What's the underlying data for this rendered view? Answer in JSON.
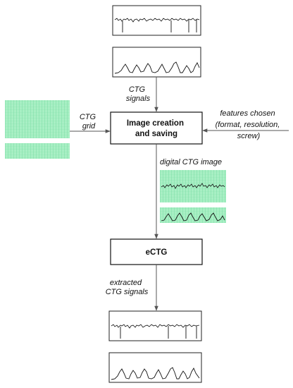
{
  "labels": {
    "ctg_signals": [
      "CTG",
      "signals"
    ],
    "ctg_grid": [
      "CTG",
      "grid"
    ],
    "features": [
      "features chosen",
      "(format, resolution,",
      "screw)"
    ],
    "digital_image": "digital CTG image",
    "extracted": [
      "extracted",
      "CTG signals"
    ]
  },
  "boxes": {
    "image_creation": [
      "Image creation",
      "and saving"
    ],
    "ectg": "eCTG"
  },
  "colors": {
    "grid_fill": "#a8efc4",
    "grid_line": "#5ed393",
    "trace": "#111111",
    "arrow": "#555555"
  }
}
